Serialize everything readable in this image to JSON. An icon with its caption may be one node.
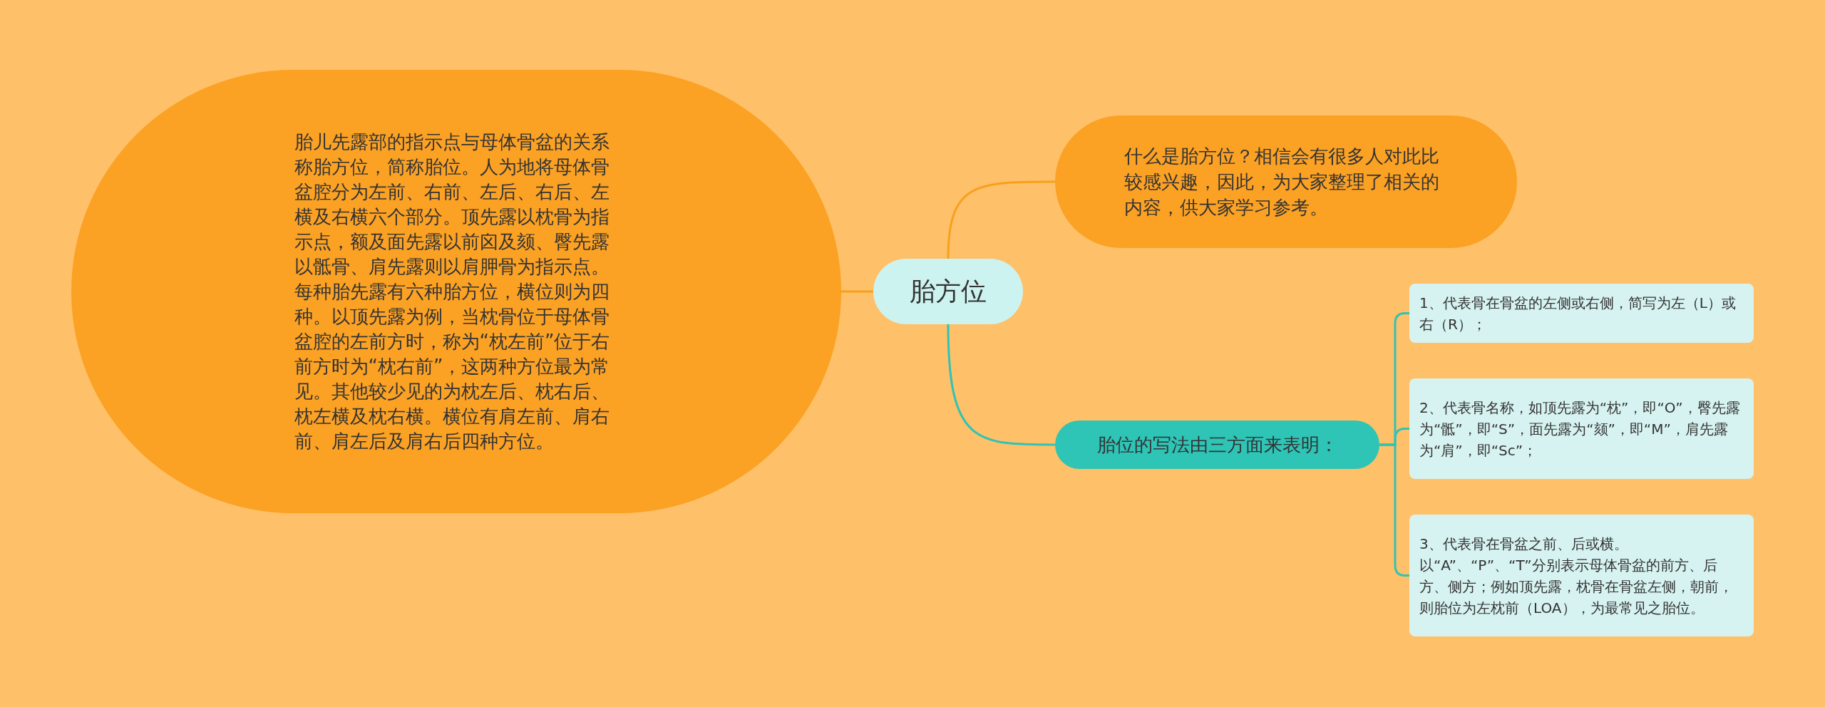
{
  "diagram": {
    "nodes": [
      {
        "text": [
          "胎儿先露部的指示点与母体骨盆的关系称胎方位，简称胎位。人为地将母体骨盆腔分为左前、右前、左后、右后、左横及右横六个部分。顶先露以枕骨为指示点，额及面先露以前囟及颏、臀先露以骶骨、肩先露则以肩胛骨为指示点。每种胎先露有六种胎方位，横位则为四种。以顶先露为例，当枕骨位于母体骨盆腔的左前方时，称为“枕左前”位于右前方时为“枕右前”，这两种方位最为常见。其他较少见的为枕左后、枕右后、枕左横及枕右横。横位有肩左前、肩右前、肩左后及肩右后四种方位。"
        ]
      },
      {
        "text": [
          "胎方位"
        ]
      },
      {
        "text": [
          "什么是胎方位？相信会有很多人对此比较感兴趣，因此，为大家整理了相关的内容，供大家学习参考。"
        ]
      },
      {
        "text": [
          "胎位的写法由三方面来表明："
        ]
      },
      {
        "text": [
          "1、代表骨在骨盆的左侧或右侧，简写为左（L）或右（R）；"
        ]
      },
      {
        "text": [
          "2、代表骨名称，如顶先露为“枕”，即“O”，臀先露为“骶”，即“S”，面先露为“颏”，即“M”，肩先露为“肩”，即“Sc”；"
        ]
      },
      {
        "text": [
          "3、代表骨在骨盆之前、后或横。以“A”、“P”、“T”分别表示母体骨盆的前方、后方、侧方；例如顶先露，枕骨在骨盆左侧，朝前，则胎位为左枕前（LOA），为最常见之胎位。"
        ]
      }
    ],
    "edges": [
      {
        "from": 1,
        "to": 0,
        "arrow": "none",
        "color": "#f7a01c"
      },
      {
        "from": 1,
        "to": 2,
        "arrow": "none",
        "color": "#f7a01c"
      },
      {
        "from": 1,
        "to": 3,
        "arrow": "none"
      },
      {
        "from": 3,
        "to": 4,
        "arrow": "none"
      },
      {
        "from": 3,
        "to": 5,
        "arrow": "none"
      },
      {
        "from": 3,
        "to": 6,
        "arrow": "none"
      }
    ]
  }
}
